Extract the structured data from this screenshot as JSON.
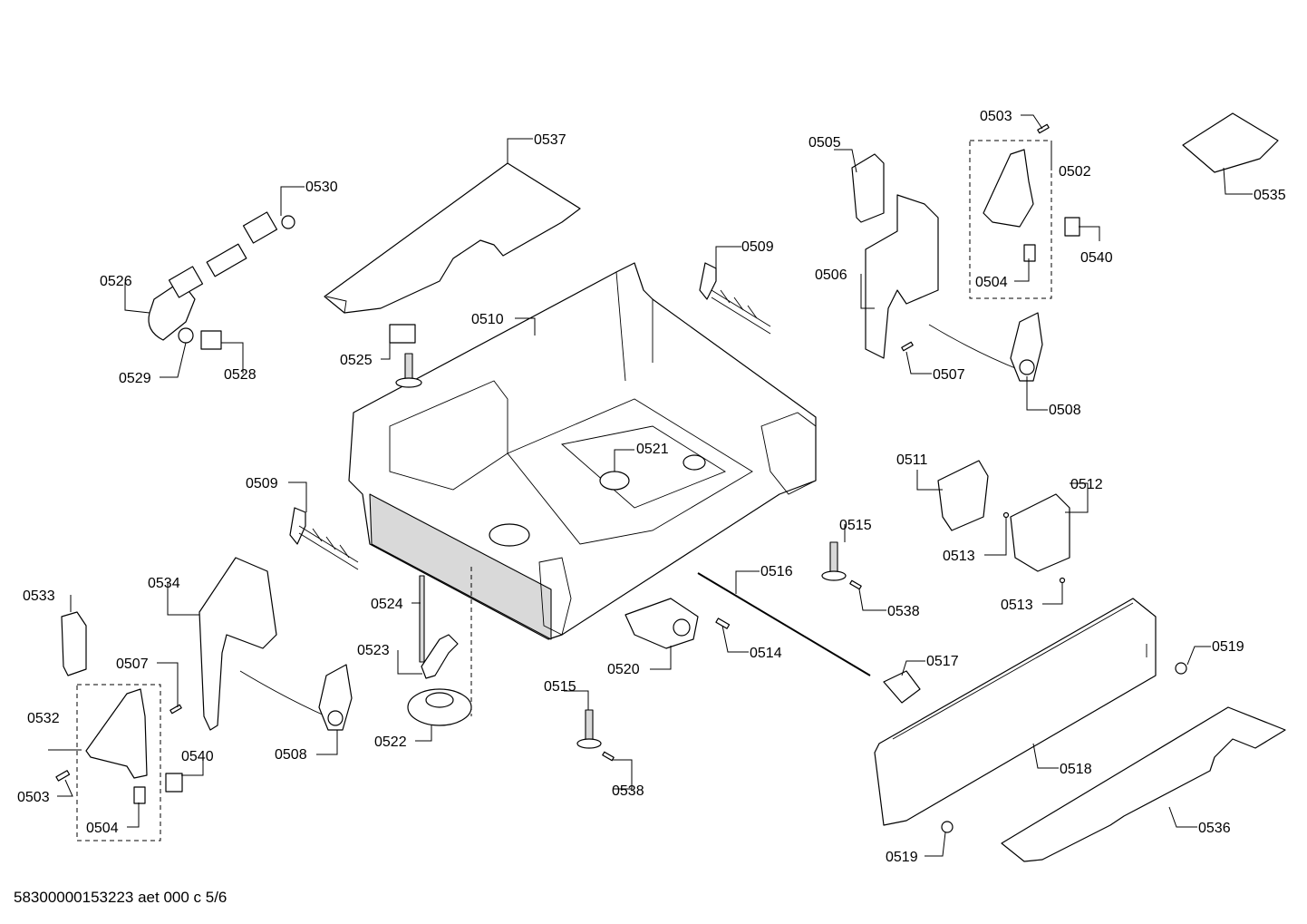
{
  "footer_text": "58300000153223 aet 000 c 5/6",
  "labels": {
    "p0503_top": "0503",
    "p0537": "0537",
    "p0505": "0505",
    "p0502": "0502",
    "p0535": "0535",
    "p0530": "0530",
    "p0509_top": "0509",
    "p0540_top": "0540",
    "p0526": "0526",
    "p0506": "0506",
    "p0504_top": "0504",
    "p0510": "0510",
    "p0525": "0525",
    "p0529": "0529",
    "p0528": "0528",
    "p0507_top": "0507",
    "p0508_top": "0508",
    "p0521": "0521",
    "p0511": "0511",
    "p0509_bottom": "0509",
    "p0512": "0512",
    "p0515_top": "0515",
    "p0513_top": "0513",
    "p0516": "0516",
    "p0533": "0533",
    "p0534": "0534",
    "p0524": "0524",
    "p0538_top": "0538",
    "p0513_bottom": "0513",
    "p0523": "0523",
    "p0514": "0514",
    "p0519_right": "0519",
    "p0507_bottom": "0507",
    "p0520": "0520",
    "p0517": "0517",
    "p0515_bottom": "0515",
    "p0532": "0532",
    "p0508_bottom": "0508",
    "p0522": "0522",
    "p0540_bottom": "0540",
    "p0518": "0518",
    "p0503_bottom": "0503",
    "p0538_bottom": "0538",
    "p0536": "0536",
    "p0504_bottom": "0504",
    "p0519_bottom": "0519"
  }
}
